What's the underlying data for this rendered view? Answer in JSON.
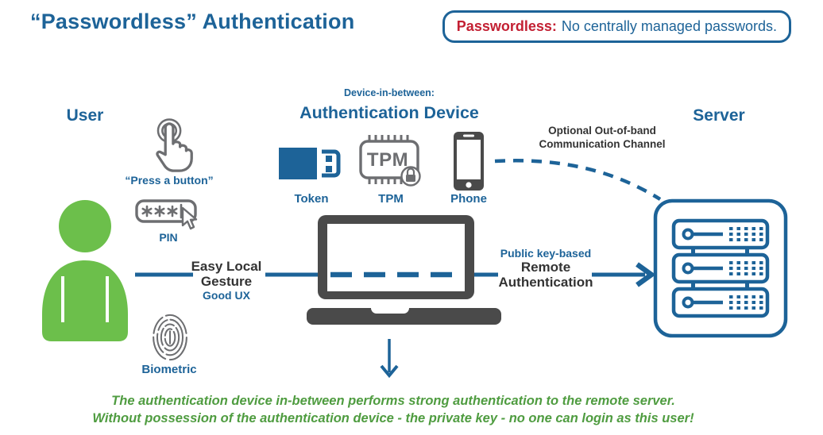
{
  "title": "“Passwordless” Authentication",
  "definition": {
    "term": "Passwordless:",
    "rest": "No centrally managed passwords."
  },
  "colors": {
    "blue": "#1d6398",
    "red": "#c32033",
    "green": "#6cbf4b",
    "text_green": "#4f9c40",
    "dark": "#333333",
    "icon_gray": "#6d6e71",
    "device_gray": "#4a4a4a"
  },
  "user": {
    "heading": "User",
    "press_button": "“Press a button”",
    "pin": "PIN",
    "gesture_line1": "Easy Local",
    "gesture_line2": "Gesture",
    "good_ux": "Good UX",
    "biometric": "Biometric"
  },
  "device": {
    "kicker": "Device-in-between:",
    "heading": "Authentication Device",
    "token": "Token",
    "tpm": "TPM",
    "tpm_chip": "TPM",
    "phone": "Phone"
  },
  "server": {
    "heading": "Server",
    "oob_line1": "Optional Out-of-band",
    "oob_line2": "Communication Channel"
  },
  "remote_auth": {
    "line1": "Public key-based",
    "line2": "Remote",
    "line3": "Authentication"
  },
  "footer": {
    "line1": "The authentication device in-between performs strong authentication to the remote server.",
    "line2": "Without possession of the authentication device - the private key - no one can login as this user!"
  }
}
